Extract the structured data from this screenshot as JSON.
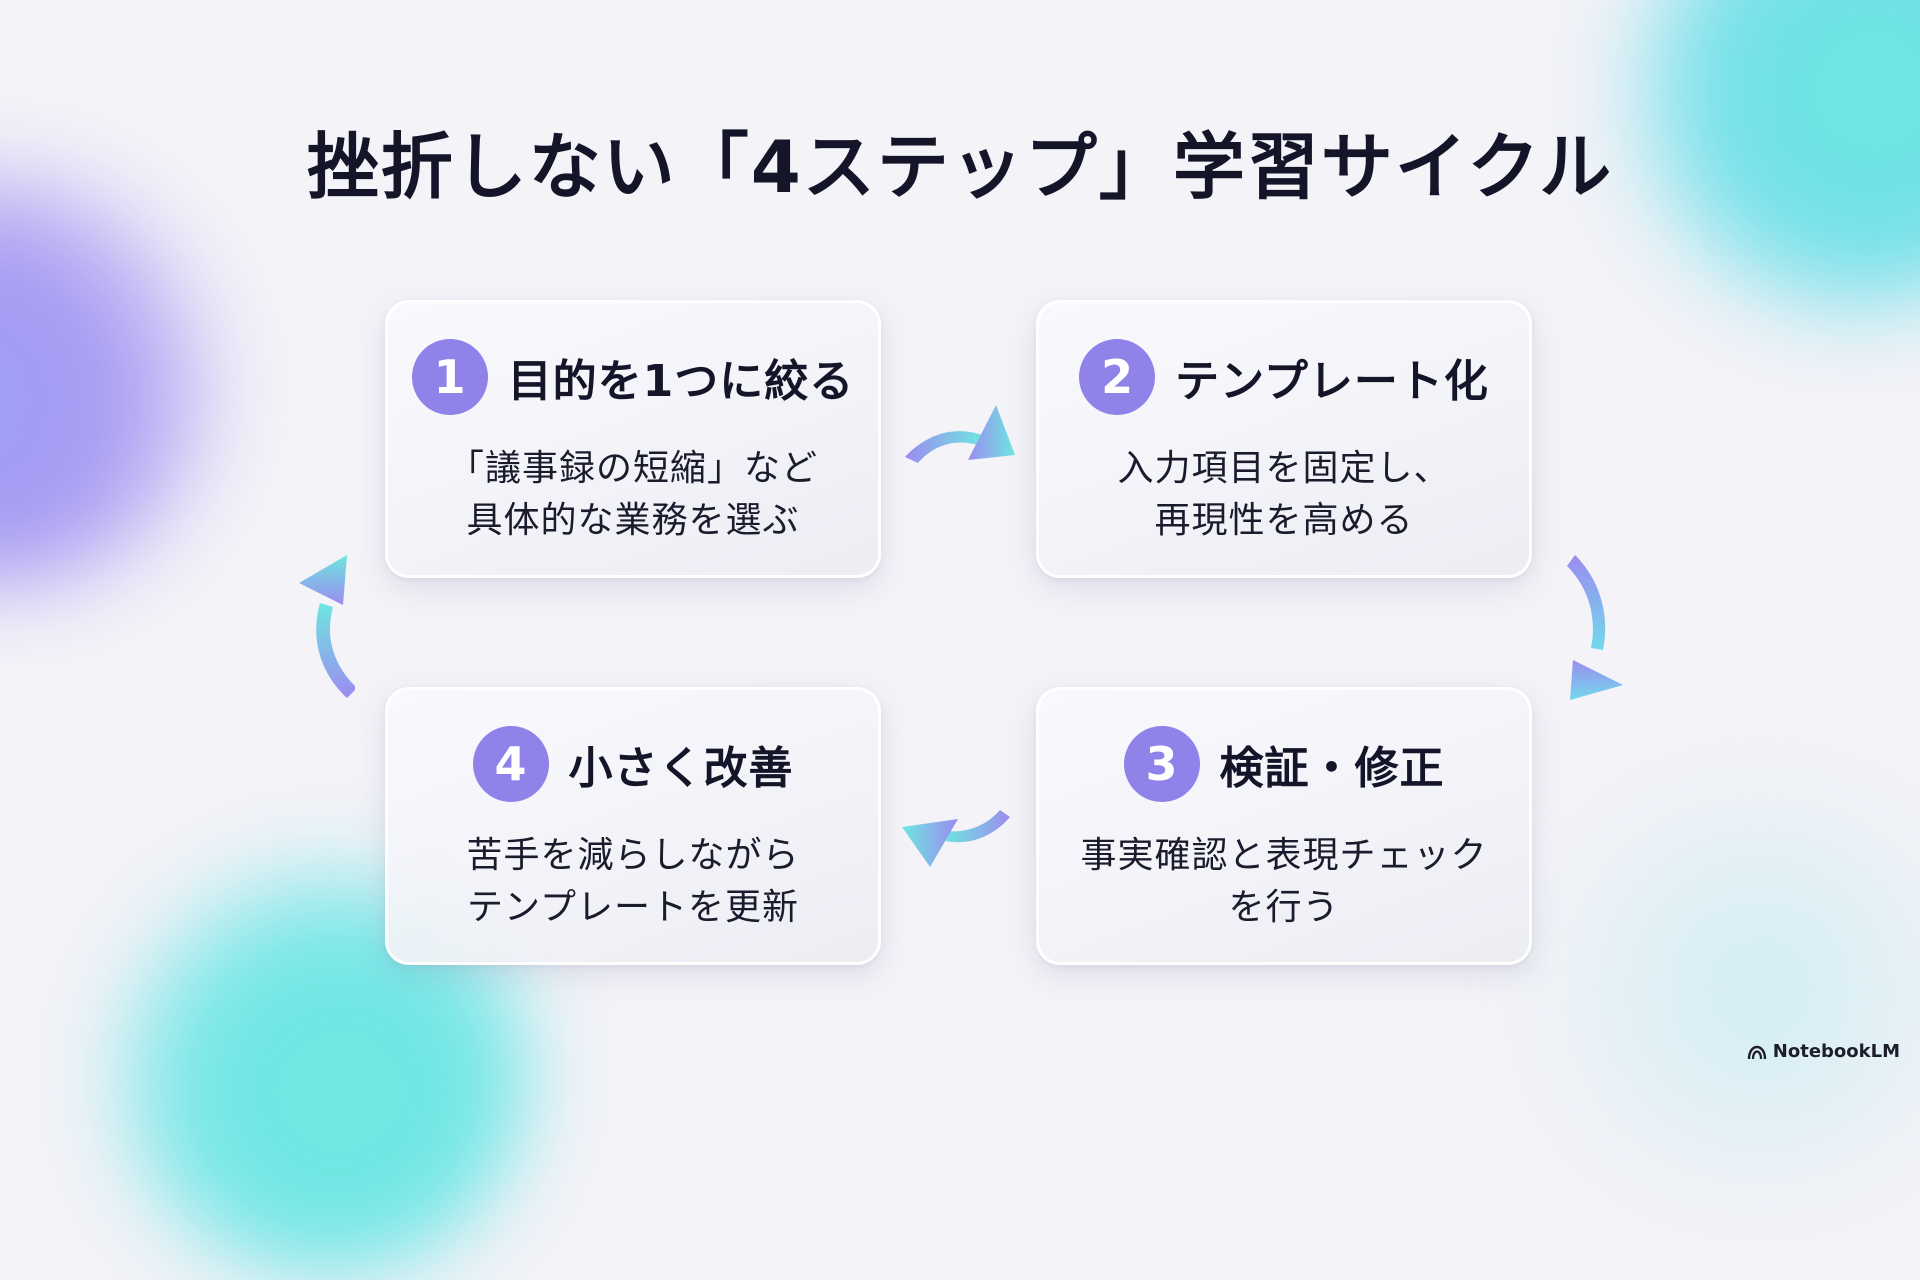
{
  "title": "挫折しない「4ステップ」学習サイクル",
  "colors": {
    "badge": "#8f82e8",
    "arrow_start": "#9b8cf0",
    "arrow_end": "#6ee6e0",
    "text": "#15152a"
  },
  "steps": [
    {
      "number": "1",
      "title": "目的を1つに絞る",
      "desc": [
        "「議事録の短縮」など",
        "具体的な業務を選ぶ"
      ]
    },
    {
      "number": "2",
      "title": "テンプレート化",
      "desc": [
        "入力項目を固定し、",
        "再現性を高める"
      ]
    },
    {
      "number": "3",
      "title": "検証・修正",
      "desc": [
        "事実確認と表現チェック",
        "を行う"
      ]
    },
    {
      "number": "4",
      "title": "小さく改善",
      "desc": [
        "苦手を減らしながら",
        "テンプレートを更新"
      ]
    }
  ],
  "arrows": [
    {
      "from": "1",
      "to": "2",
      "direction": "right"
    },
    {
      "from": "2",
      "to": "3",
      "direction": "down"
    },
    {
      "from": "3",
      "to": "4",
      "direction": "left"
    },
    {
      "from": "4",
      "to": "1",
      "direction": "up"
    }
  ],
  "brand": {
    "icon": "notebooklm-logo-icon",
    "label": "NotebookLM"
  }
}
